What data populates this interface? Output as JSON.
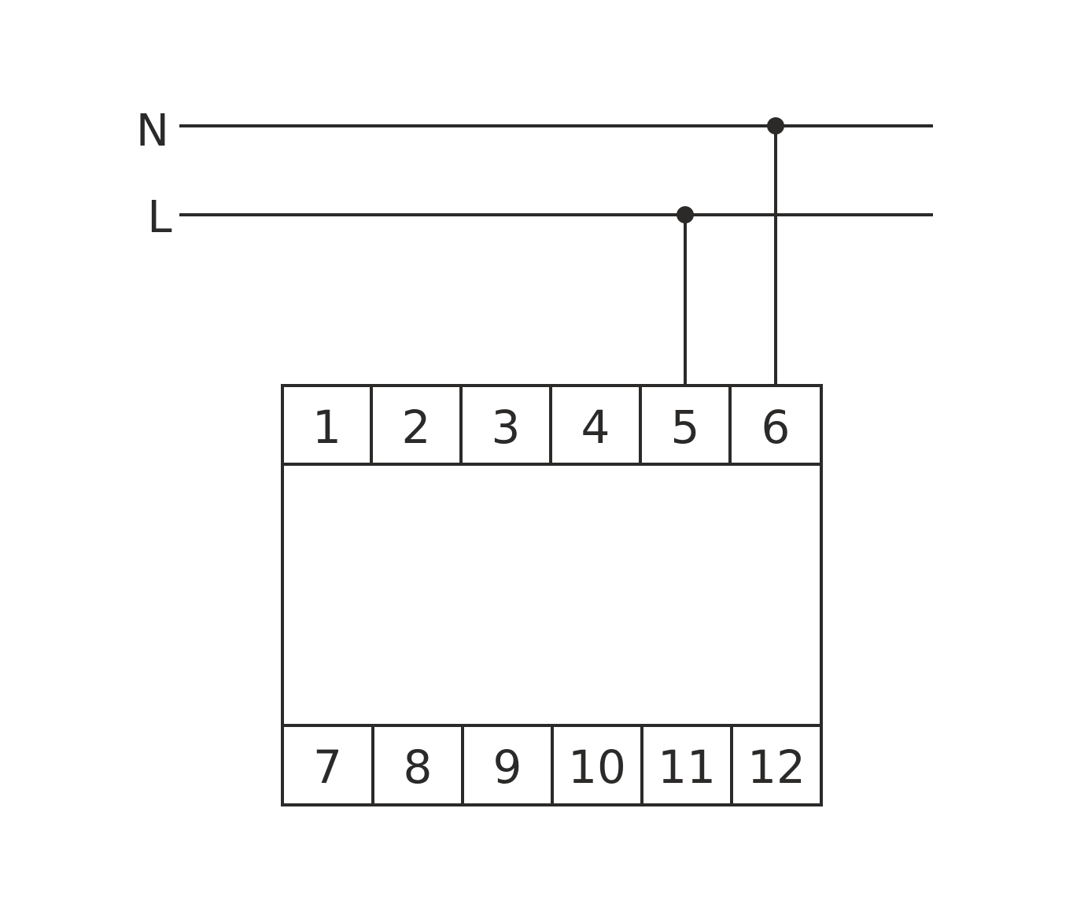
{
  "colors": {
    "stroke": "#2b2a29",
    "background": "#ffffff"
  },
  "lines": [
    {
      "label": "N",
      "connected_terminal": "6"
    },
    {
      "label": "L",
      "connected_terminal": "5"
    }
  ],
  "terminals_top": [
    "1",
    "2",
    "3",
    "4",
    "5",
    "6"
  ],
  "terminals_bottom": [
    "7",
    "8",
    "9",
    "10",
    "11",
    "12"
  ]
}
